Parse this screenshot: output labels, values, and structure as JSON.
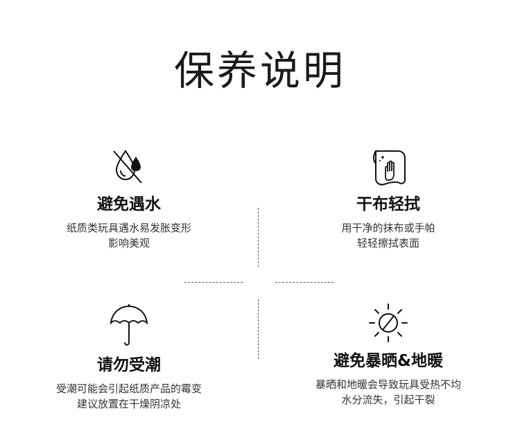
{
  "title": "保养说明",
  "items": [
    {
      "icon": "water-drop-icon",
      "heading": "避免遇水",
      "desc": "纸质类玩具遇水易发胀变形\n影响美观"
    },
    {
      "icon": "cloth-wipe-icon",
      "heading": "干布轻拭",
      "desc": "用干净的抹布或手帕\n轻轻擦拭表面"
    },
    {
      "icon": "umbrella-icon",
      "heading": "请勿受潮",
      "desc": "受潮可能会引起纸质产品的霉变\n建议放置在干燥阴凉处"
    },
    {
      "icon": "sun-icon",
      "heading": "避免暴晒&地暖",
      "desc": "暴晒和地暖会导致玩具受热不均\n水分流失，引起干裂"
    }
  ]
}
